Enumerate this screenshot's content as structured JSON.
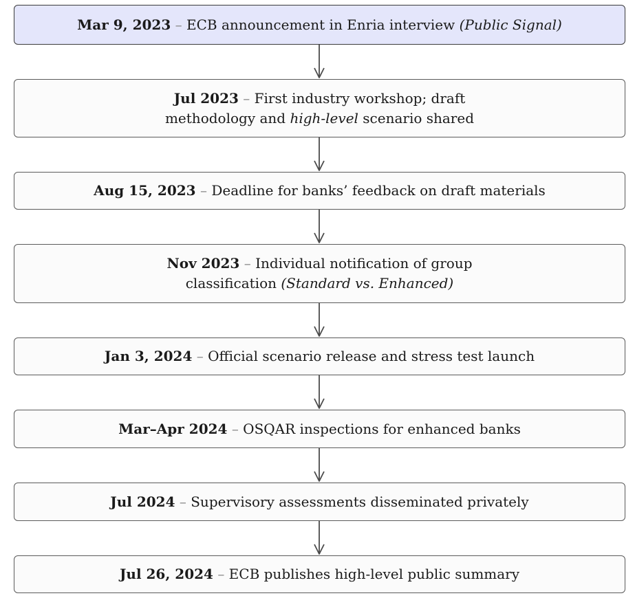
{
  "timeline": [
    {
      "date": "Mar 9, 2023",
      "separator": "–",
      "lines": [
        [
          {
            "t": "ECB announcement in Enria interview ",
            "s": "normal"
          },
          {
            "t": "(Public Signal)",
            "s": "italic"
          }
        ]
      ]
    },
    {
      "date": "Jul 2023",
      "separator": "–",
      "lines": [
        [
          {
            "t": "First industry workshop; draft",
            "s": "normal"
          }
        ],
        [
          {
            "t": "methodology and ",
            "s": "normal"
          },
          {
            "t": "high-level",
            "s": "italic"
          },
          {
            "t": " scenario shared",
            "s": "normal"
          }
        ]
      ]
    },
    {
      "date": "Aug 15, 2023",
      "separator": "–",
      "lines": [
        [
          {
            "t": "Deadline for banks’ feedback on draft materials",
            "s": "normal"
          }
        ]
      ]
    },
    {
      "date": "Nov 2023",
      "separator": "–",
      "lines": [
        [
          {
            "t": "Individual notification of group",
            "s": "normal"
          }
        ],
        [
          {
            "t": "classification ",
            "s": "normal"
          },
          {
            "t": "(Standard vs.  Enhanced)",
            "s": "italic"
          }
        ]
      ]
    },
    {
      "date": "Jan 3, 2024",
      "separator": "–",
      "lines": [
        [
          {
            "t": "Official scenario release and stress test launch",
            "s": "normal"
          }
        ]
      ]
    },
    {
      "date": "Mar–Apr 2024",
      "separator": "–",
      "lines": [
        [
          {
            "t": "OSQAR inspections for enhanced banks",
            "s": "normal"
          }
        ]
      ]
    },
    {
      "date": "Jul 2024",
      "separator": "–",
      "lines": [
        [
          {
            "t": "Supervisory assessments disseminated privately",
            "s": "normal"
          }
        ]
      ]
    },
    {
      "date": "Jul 26, 2024",
      "separator": "–",
      "lines": [
        [
          {
            "t": "ECB publishes high-level public summary",
            "s": "normal"
          }
        ]
      ]
    }
  ]
}
